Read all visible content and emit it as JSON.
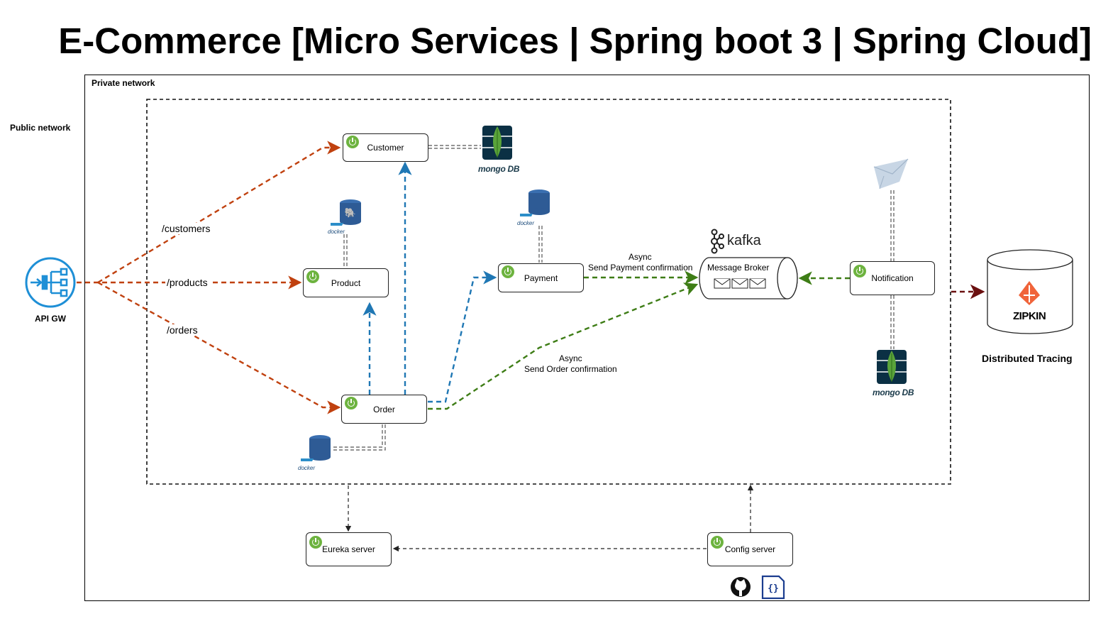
{
  "title": "E-Commerce [Micro Services | Spring boot 3 | Spring Cloud]",
  "networks": {
    "private": "Private network",
    "public": "Public network"
  },
  "gateway": {
    "label": "API GW"
  },
  "routes": {
    "customers": "/customers",
    "products": "/products",
    "orders": "/orders"
  },
  "services": {
    "customer": "Customer",
    "product": "Product",
    "order": "Order",
    "payment": "Payment",
    "notification": "Notification",
    "eureka": "Eureka server",
    "config": "Config server"
  },
  "broker": {
    "label": "Message Broker",
    "brand": "kafka"
  },
  "async": {
    "payment_title": "Async",
    "payment_text": "Send Payment confirmation",
    "order_title": "Async",
    "order_text": "Send Order confirmation"
  },
  "databases": {
    "mongo_label": "mongo DB",
    "docker_label": "docker"
  },
  "tracing": {
    "brand": "ZIPKIN",
    "label": "Distributed Tracing"
  },
  "colors": {
    "route_arrow": "#c0410f",
    "sync_arrow": "#1f77b4",
    "async_arrow": "#3e7d16",
    "tracing_arrow": "#6b1010",
    "spring_green": "#6db33f",
    "gateway_blue": "#1e8fd6"
  },
  "icons": [
    "api-gateway-icon",
    "spring-icon",
    "mongodb-icon",
    "postgres-docker-icon",
    "kafka-icon",
    "mail-icon",
    "zipkin-icon",
    "github-icon",
    "json-config-icon"
  ]
}
